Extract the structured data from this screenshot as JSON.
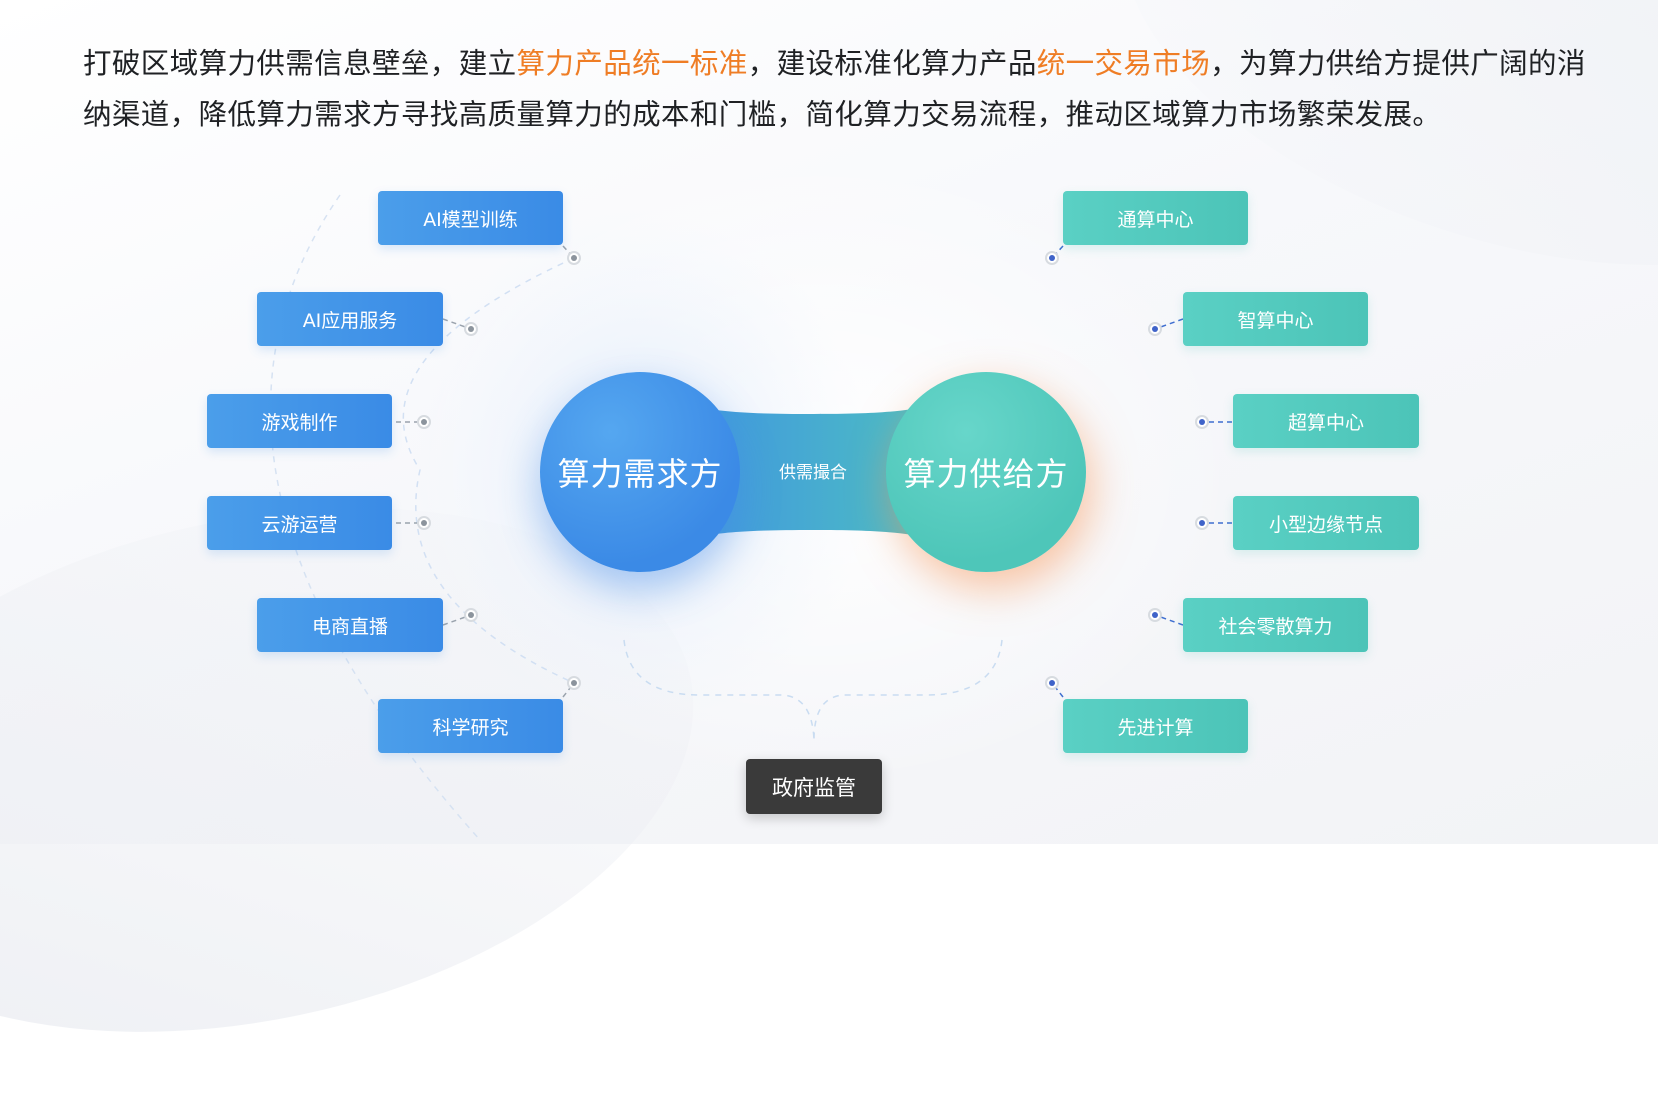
{
  "headline": {
    "p1": "打破区域算力供需信息壁垒，建立",
    "h1": "算力产品统一标准",
    "p2": "，建设标准化算力产品",
    "h2": "统一交易市场",
    "p3": "，为算力供给方提供广阔的消纳渠道，降低算力需求方寻找高质量算力的成本和门槛，简化算力交易流程，推动区域算力市场繁荣发展。"
  },
  "demand": {
    "label": "算力需求方",
    "items": [
      "AI模型训练",
      "AI应用服务",
      "游戏制作",
      "云游运营",
      "电商直播",
      "科学研究"
    ]
  },
  "supply": {
    "label": "算力供给方",
    "items": [
      "通算中心",
      "智算中心",
      "超算中心",
      "小型边缘节点",
      "社会零散算力",
      "先进计算"
    ]
  },
  "bridge": {
    "label": "供需撮合"
  },
  "regulator": {
    "label": "政府监管"
  },
  "colors": {
    "highlight": "#ef7d25",
    "demand_blue": "#3a8be6",
    "supply_teal": "#4cc4b8",
    "regulator_dark": "#3a3a3a"
  }
}
